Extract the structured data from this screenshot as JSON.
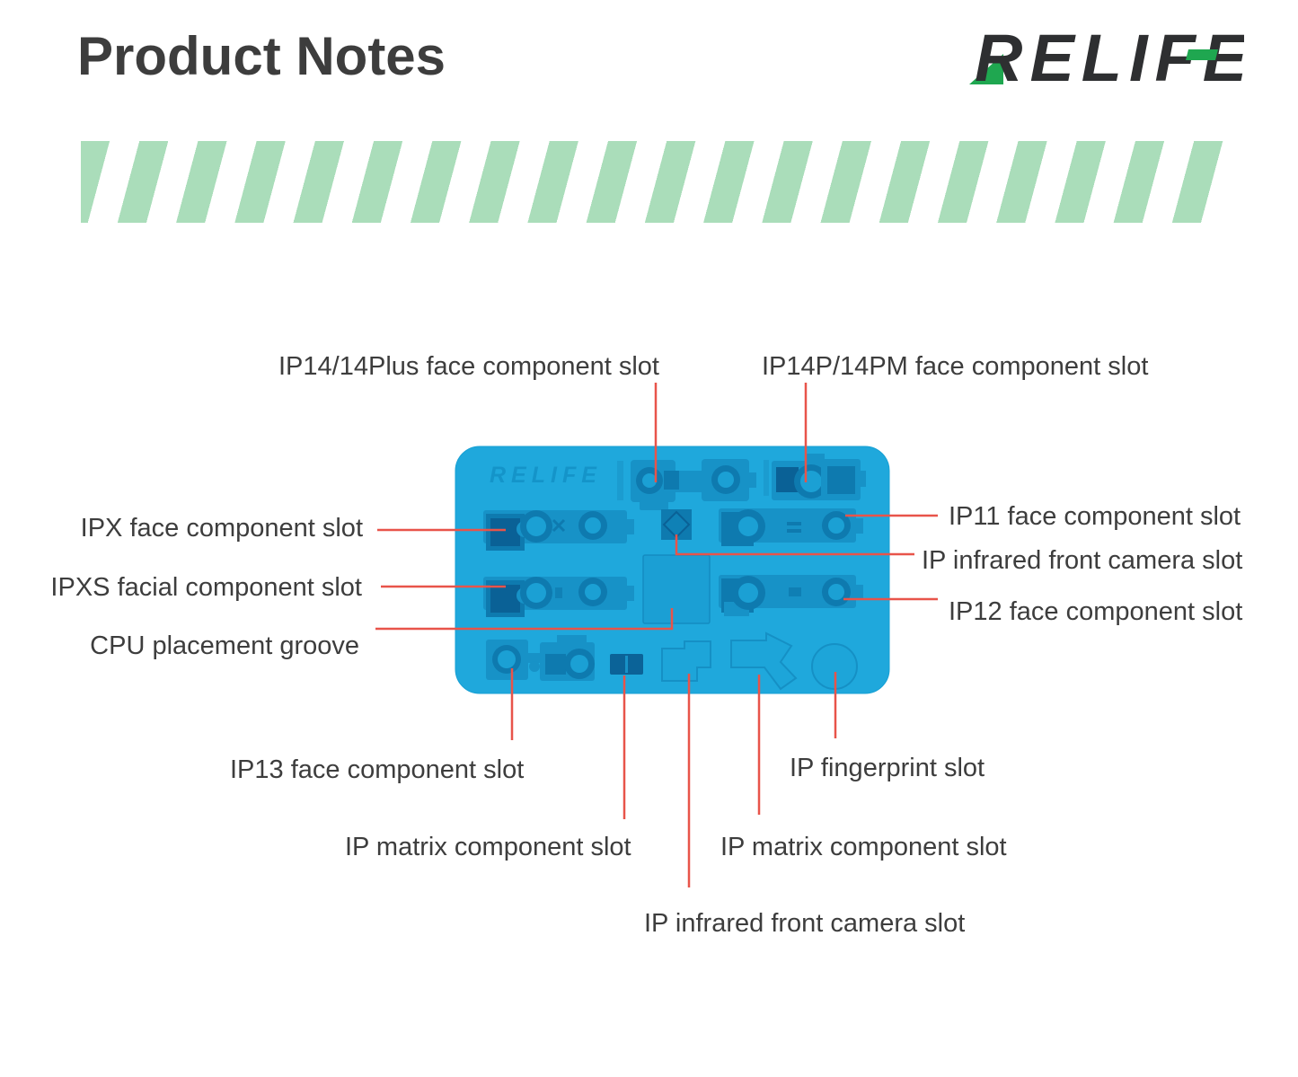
{
  "header": {
    "title": "Product Notes",
    "brand": "RELIFE"
  },
  "colors": {
    "accent_red": "#e8544a",
    "mat_blue": "#1fa8dc",
    "slot_blue": "#1792c7",
    "slot_dark_blue": "#0e7aaf",
    "stripe_green": "#aaddba",
    "brand_green": "#1fa750",
    "text_dark": "#3d3d3d"
  },
  "mat": {
    "embossed_brand": "RELIFE"
  },
  "labels": {
    "ip14": "IP14/14Plus face component slot",
    "ip14p": "IP14P/14PM face component slot",
    "ipx": "IPX face component slot",
    "ipxs": "IPXS facial component slot",
    "cpu": "CPU placement groove",
    "ip11": "IP11 face component slot",
    "ir_mid": "IP infrared front camera slot",
    "ip12": "IP12 face component slot",
    "ip13": "IP13 face component slot",
    "fingerprint": "IP fingerprint slot",
    "matrix_left": "IP matrix component slot",
    "matrix_right": "IP matrix component slot",
    "ir_bottom": "IP infrared front camera slot"
  }
}
